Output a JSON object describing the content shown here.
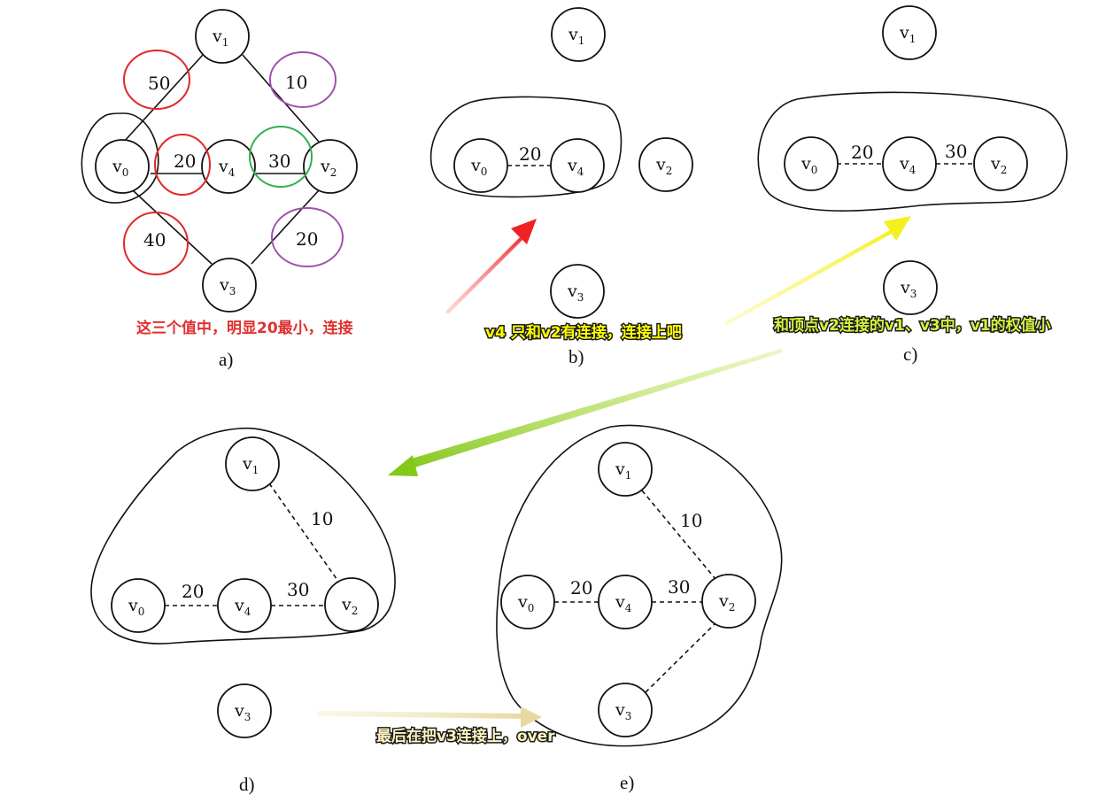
{
  "nodes": {
    "v0": {
      "base": "v",
      "sub": "0"
    },
    "v1": {
      "base": "v",
      "sub": "1"
    },
    "v2": {
      "base": "v",
      "sub": "2"
    },
    "v3": {
      "base": "v",
      "sub": "3"
    },
    "v4": {
      "base": "v",
      "sub": "4"
    }
  },
  "weights": {
    "v0_v1": "50",
    "v1_v2": "10",
    "v0_v4": "20",
    "v4_v2": "30",
    "v0_v3": "40",
    "v3_v2": "20"
  },
  "captions": {
    "a": "a)",
    "b": "b)",
    "c": "c)",
    "d": "d)",
    "e": "e)"
  },
  "notes": {
    "a": "这三个值中，明显20最小，连接",
    "b": "v4 只和v2有连接，连接上吧",
    "c": "和顶点v2连接的v1、v3中，v1的权值小",
    "d": "最后在把v3连接上，over"
  },
  "colors": {
    "circle_red": "#e02828",
    "circle_purple": "#a050b0",
    "circle_green": "#30b050",
    "note_red": "#e03030",
    "note_yellow": "#ffff00",
    "note_green_yellow": "#d4f03c",
    "note_cream": "#fff4c0",
    "arrow_red": "#ee2222",
    "arrow_yellow": "#f4f020",
    "arrow_green": "#9ed62a",
    "arrow_cream": "#efe2b0"
  }
}
